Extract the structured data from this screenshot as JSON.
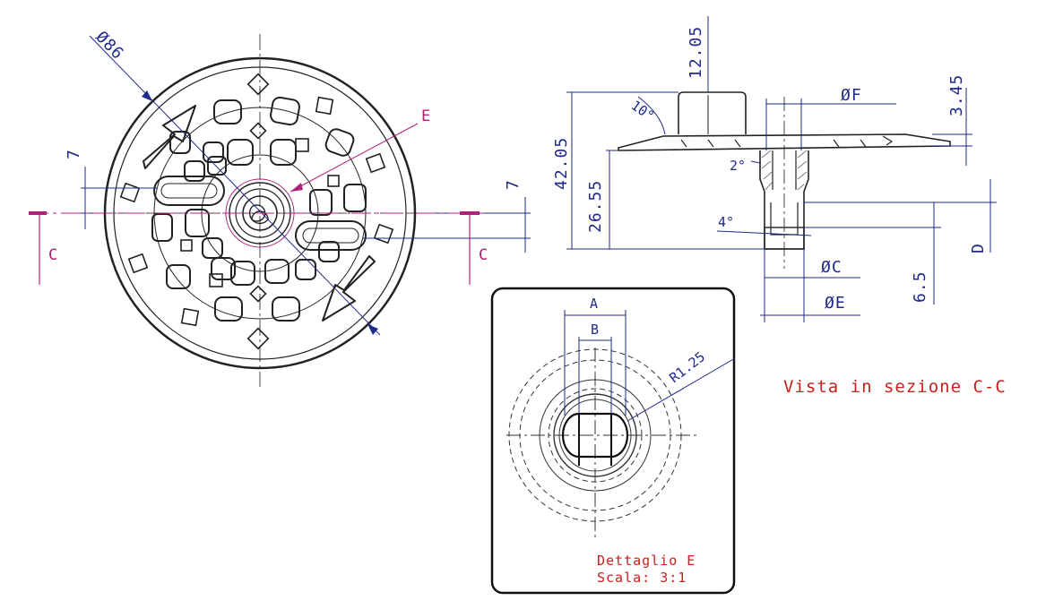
{
  "colors": {
    "outline": "#222222",
    "dimension": "#1f2a8a",
    "section_mark": "#b0207a",
    "label": "#c8201e"
  },
  "front_view": {
    "diameter_label": "Ø86",
    "detail_marker": "E",
    "dim_left": "7",
    "dim_right": "7",
    "section_left": "C",
    "section_right": "C"
  },
  "section_view": {
    "title": "Vista in sezione C-C",
    "dims": {
      "top_height": "12.05",
      "total_height": "42.05",
      "lower_height": "26.55",
      "right_top": "3.45",
      "right_bottom": "6.5",
      "d_label": "D",
      "angle_top": "10°",
      "angle_mid": "2°",
      "angle_low": "4°",
      "dia_f": "ØF",
      "dia_c": "ØC",
      "dia_e": "ØE"
    }
  },
  "detail": {
    "dim_a": "A",
    "dim_b": "B",
    "radius": "R1.25",
    "title": "Dettaglio E",
    "scale": "Scala:  3:1"
  }
}
